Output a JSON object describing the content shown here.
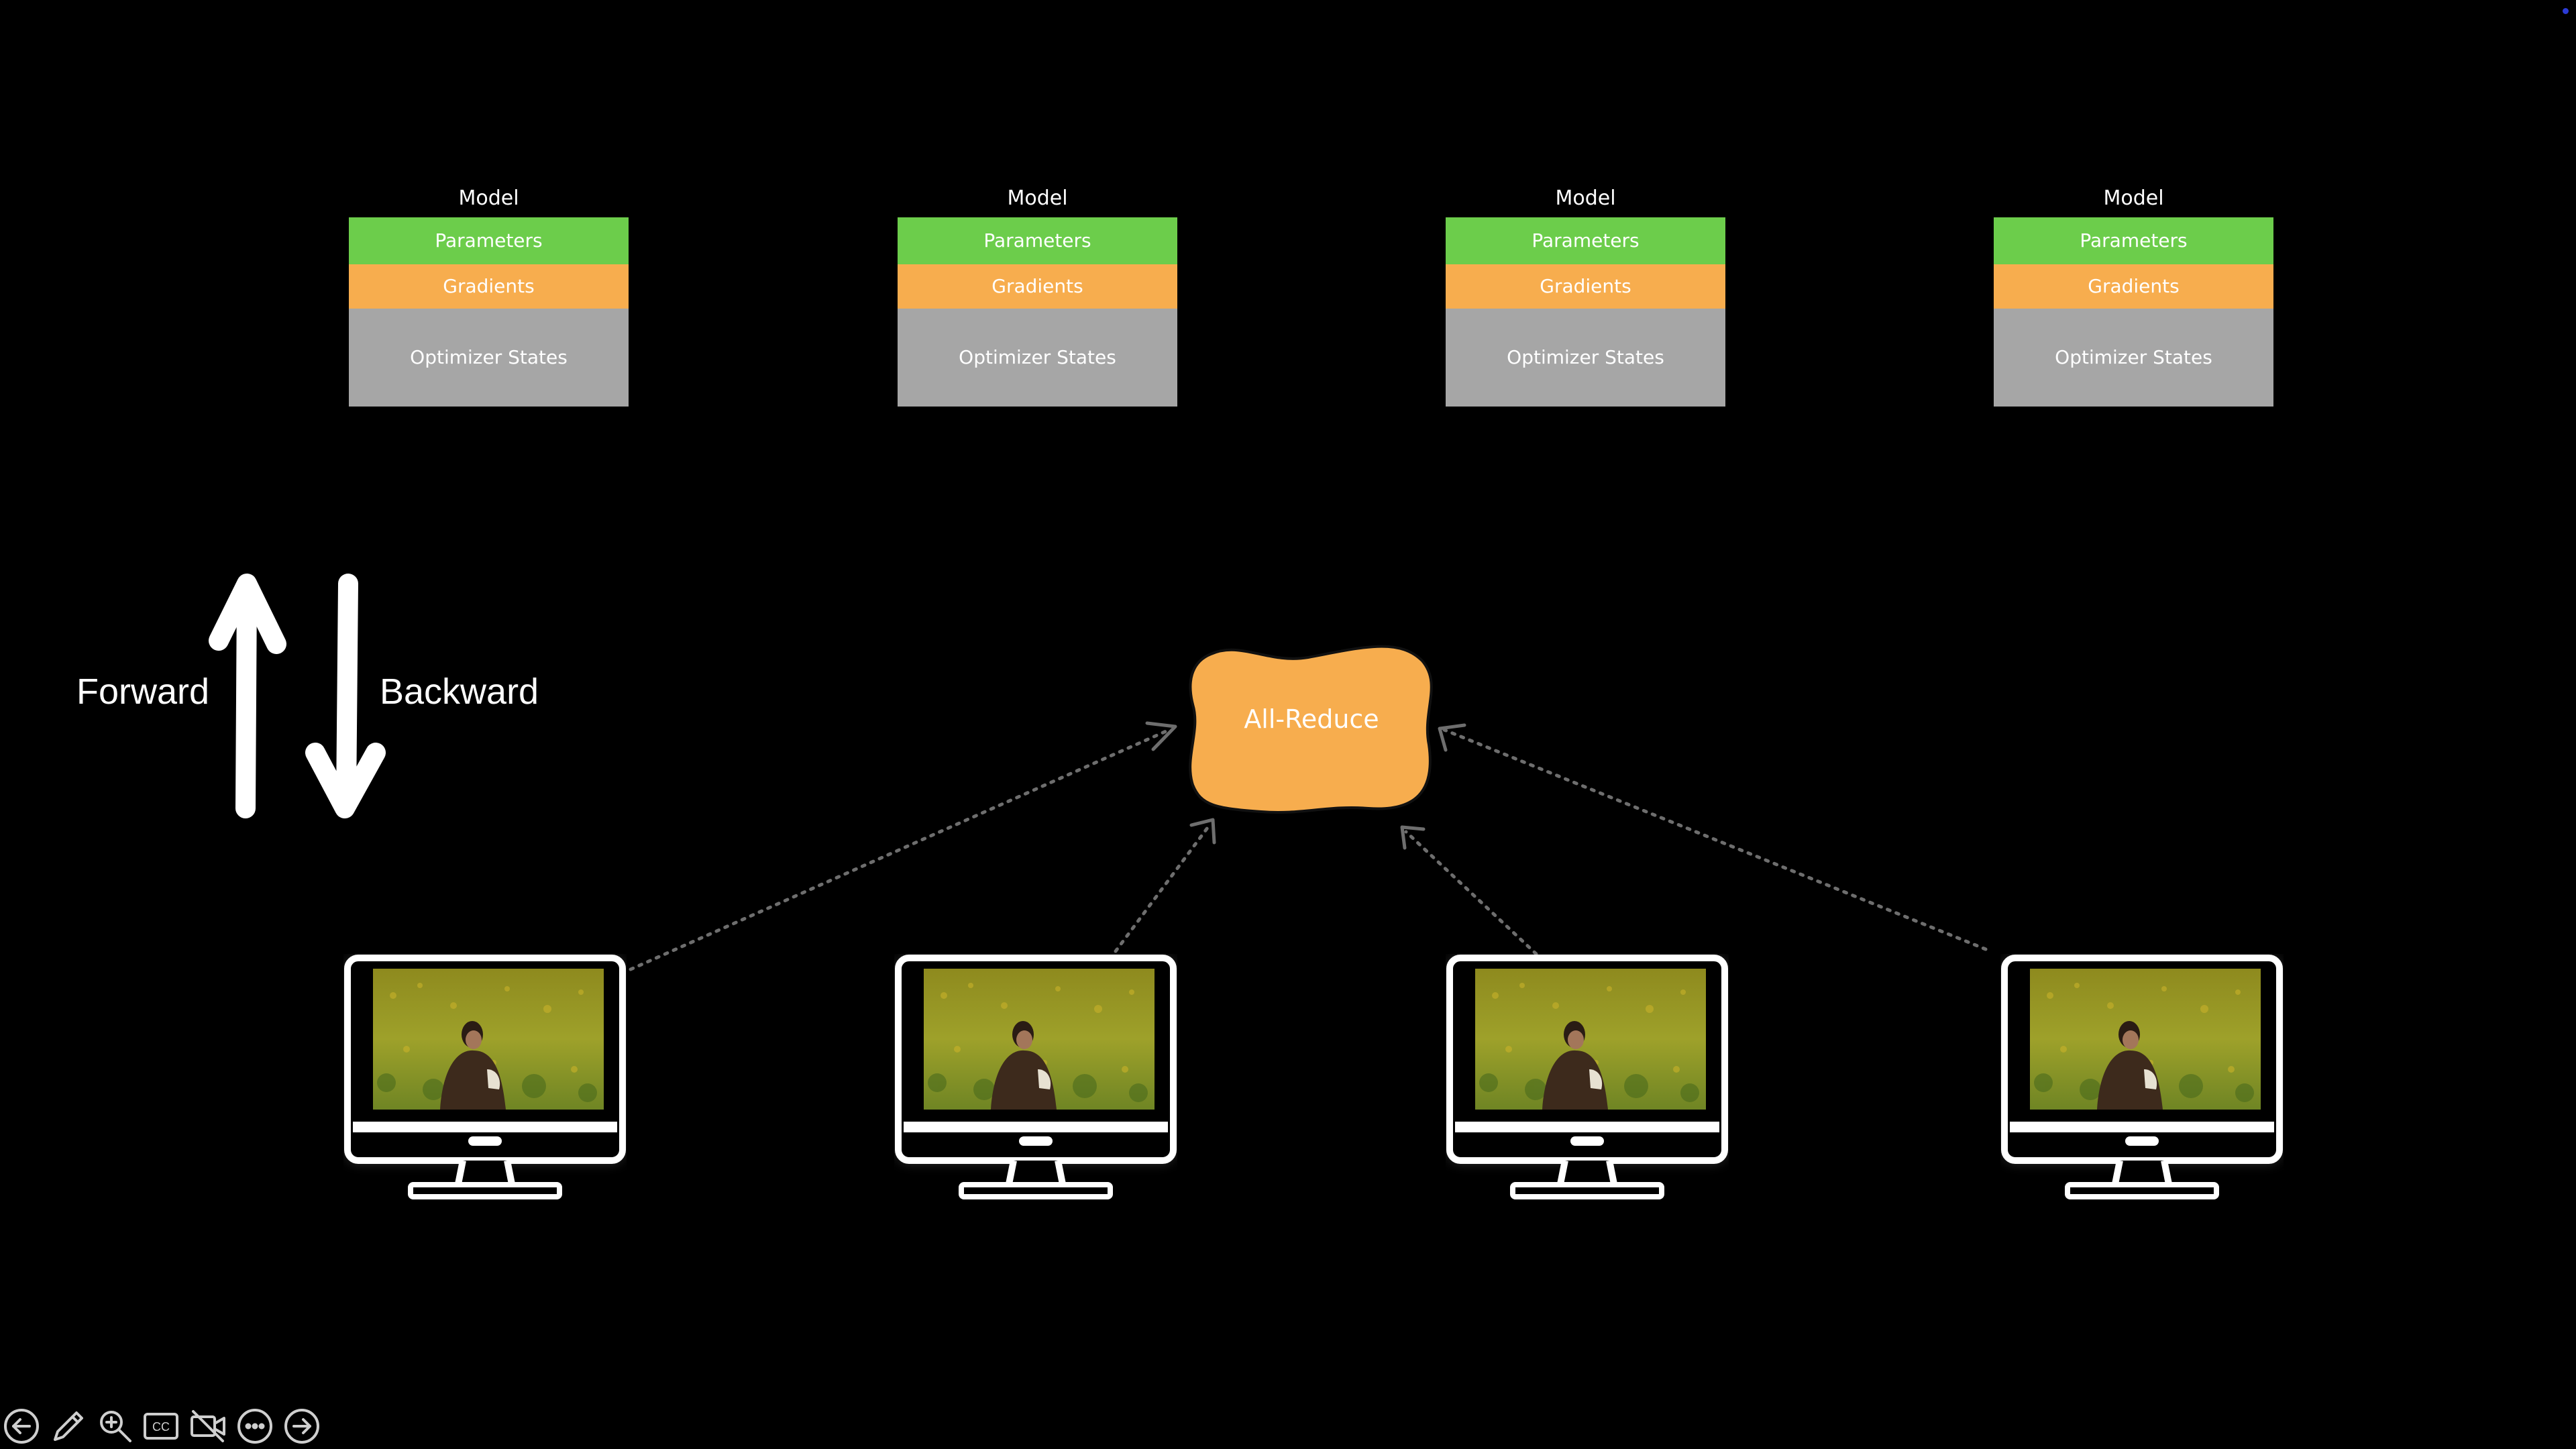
{
  "models": [
    {
      "title": "Model",
      "parameters": "Parameters",
      "gradients": "Gradients",
      "optimizer": "Optimizer States"
    },
    {
      "title": "Model",
      "parameters": "Parameters",
      "gradients": "Gradients",
      "optimizer": "Optimizer States"
    },
    {
      "title": "Model",
      "parameters": "Parameters",
      "gradients": "Gradients",
      "optimizer": "Optimizer States"
    },
    {
      "title": "Model",
      "parameters": "Parameters",
      "gradients": "Gradients",
      "optimizer": "Optimizer States"
    }
  ],
  "labels": {
    "forward": "Forward",
    "backward": "Backward"
  },
  "all_reduce": "All-Reduce",
  "monitors": [
    {
      "icon": "monitor-icon",
      "content": "video-frame"
    },
    {
      "icon": "monitor-icon",
      "content": "video-frame"
    },
    {
      "icon": "monitor-icon",
      "content": "video-frame"
    },
    {
      "icon": "monitor-icon",
      "content": "video-frame"
    }
  ],
  "presenter_controls": [
    {
      "icon": "back-arrow-icon"
    },
    {
      "icon": "pen-icon"
    },
    {
      "icon": "zoom-icon"
    },
    {
      "icon": "captions-icon",
      "label": "CC"
    },
    {
      "icon": "video-off-icon"
    },
    {
      "icon": "more-icon"
    },
    {
      "icon": "forward-arrow-icon"
    }
  ],
  "colors": {
    "background": "#000000",
    "parameters": "#6ccd4b",
    "gradients": "#f7ad4e",
    "optimizer_states": "#a6a6a6",
    "all_reduce": "#f7ad4e",
    "text": "#ffffff",
    "arrow_dotted": "#6e6e6e"
  }
}
